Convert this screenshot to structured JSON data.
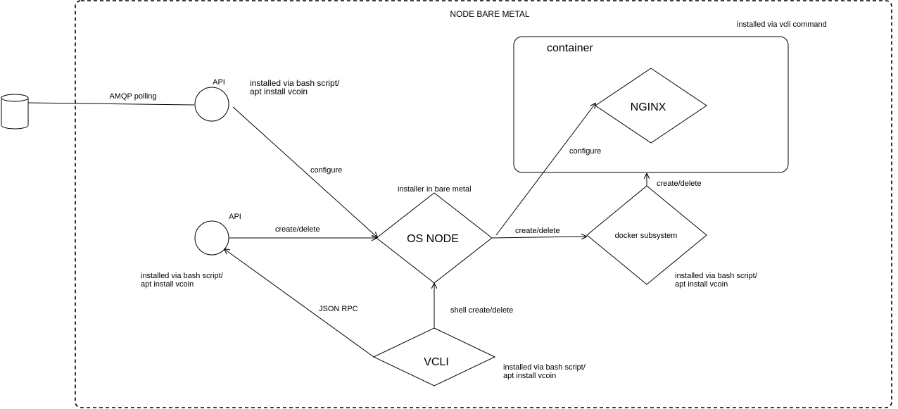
{
  "frame": {
    "title": "NODE BARE METAL"
  },
  "notes": {
    "vcli_command": "installed via vcli command",
    "container_label": "container",
    "installer_bare_metal": "installer in bare metal",
    "api_top_install_1": "installed via bash script/",
    "api_top_install_2": "apt install vcoin",
    "api_bottom_install_1": "installed via bash script/",
    "api_bottom_install_2": "apt install vcoin",
    "docker_install_1": "installed via bash script/",
    "docker_install_2": "apt install vcoin",
    "vcli_install_1": "installed via bash script/",
    "vcli_install_2": "apt install vcoin"
  },
  "nodes": {
    "api_top": "API",
    "api_bottom": "API",
    "os_node": "OS NODE",
    "nginx": "NGINX",
    "docker": "docker subsystem",
    "vcli": "VCLI"
  },
  "edges": {
    "amqp": "AMQP polling",
    "configure_os": "configure",
    "configure_nginx": "configure",
    "api_create_delete": "create/delete",
    "docker_create_delete": "create/delete",
    "container_create_delete": "create/delete",
    "json_rpc": "JSON RPC",
    "shell": "shell create/delete"
  },
  "colors": {
    "stroke": "#000000",
    "background": "#ffffff"
  }
}
